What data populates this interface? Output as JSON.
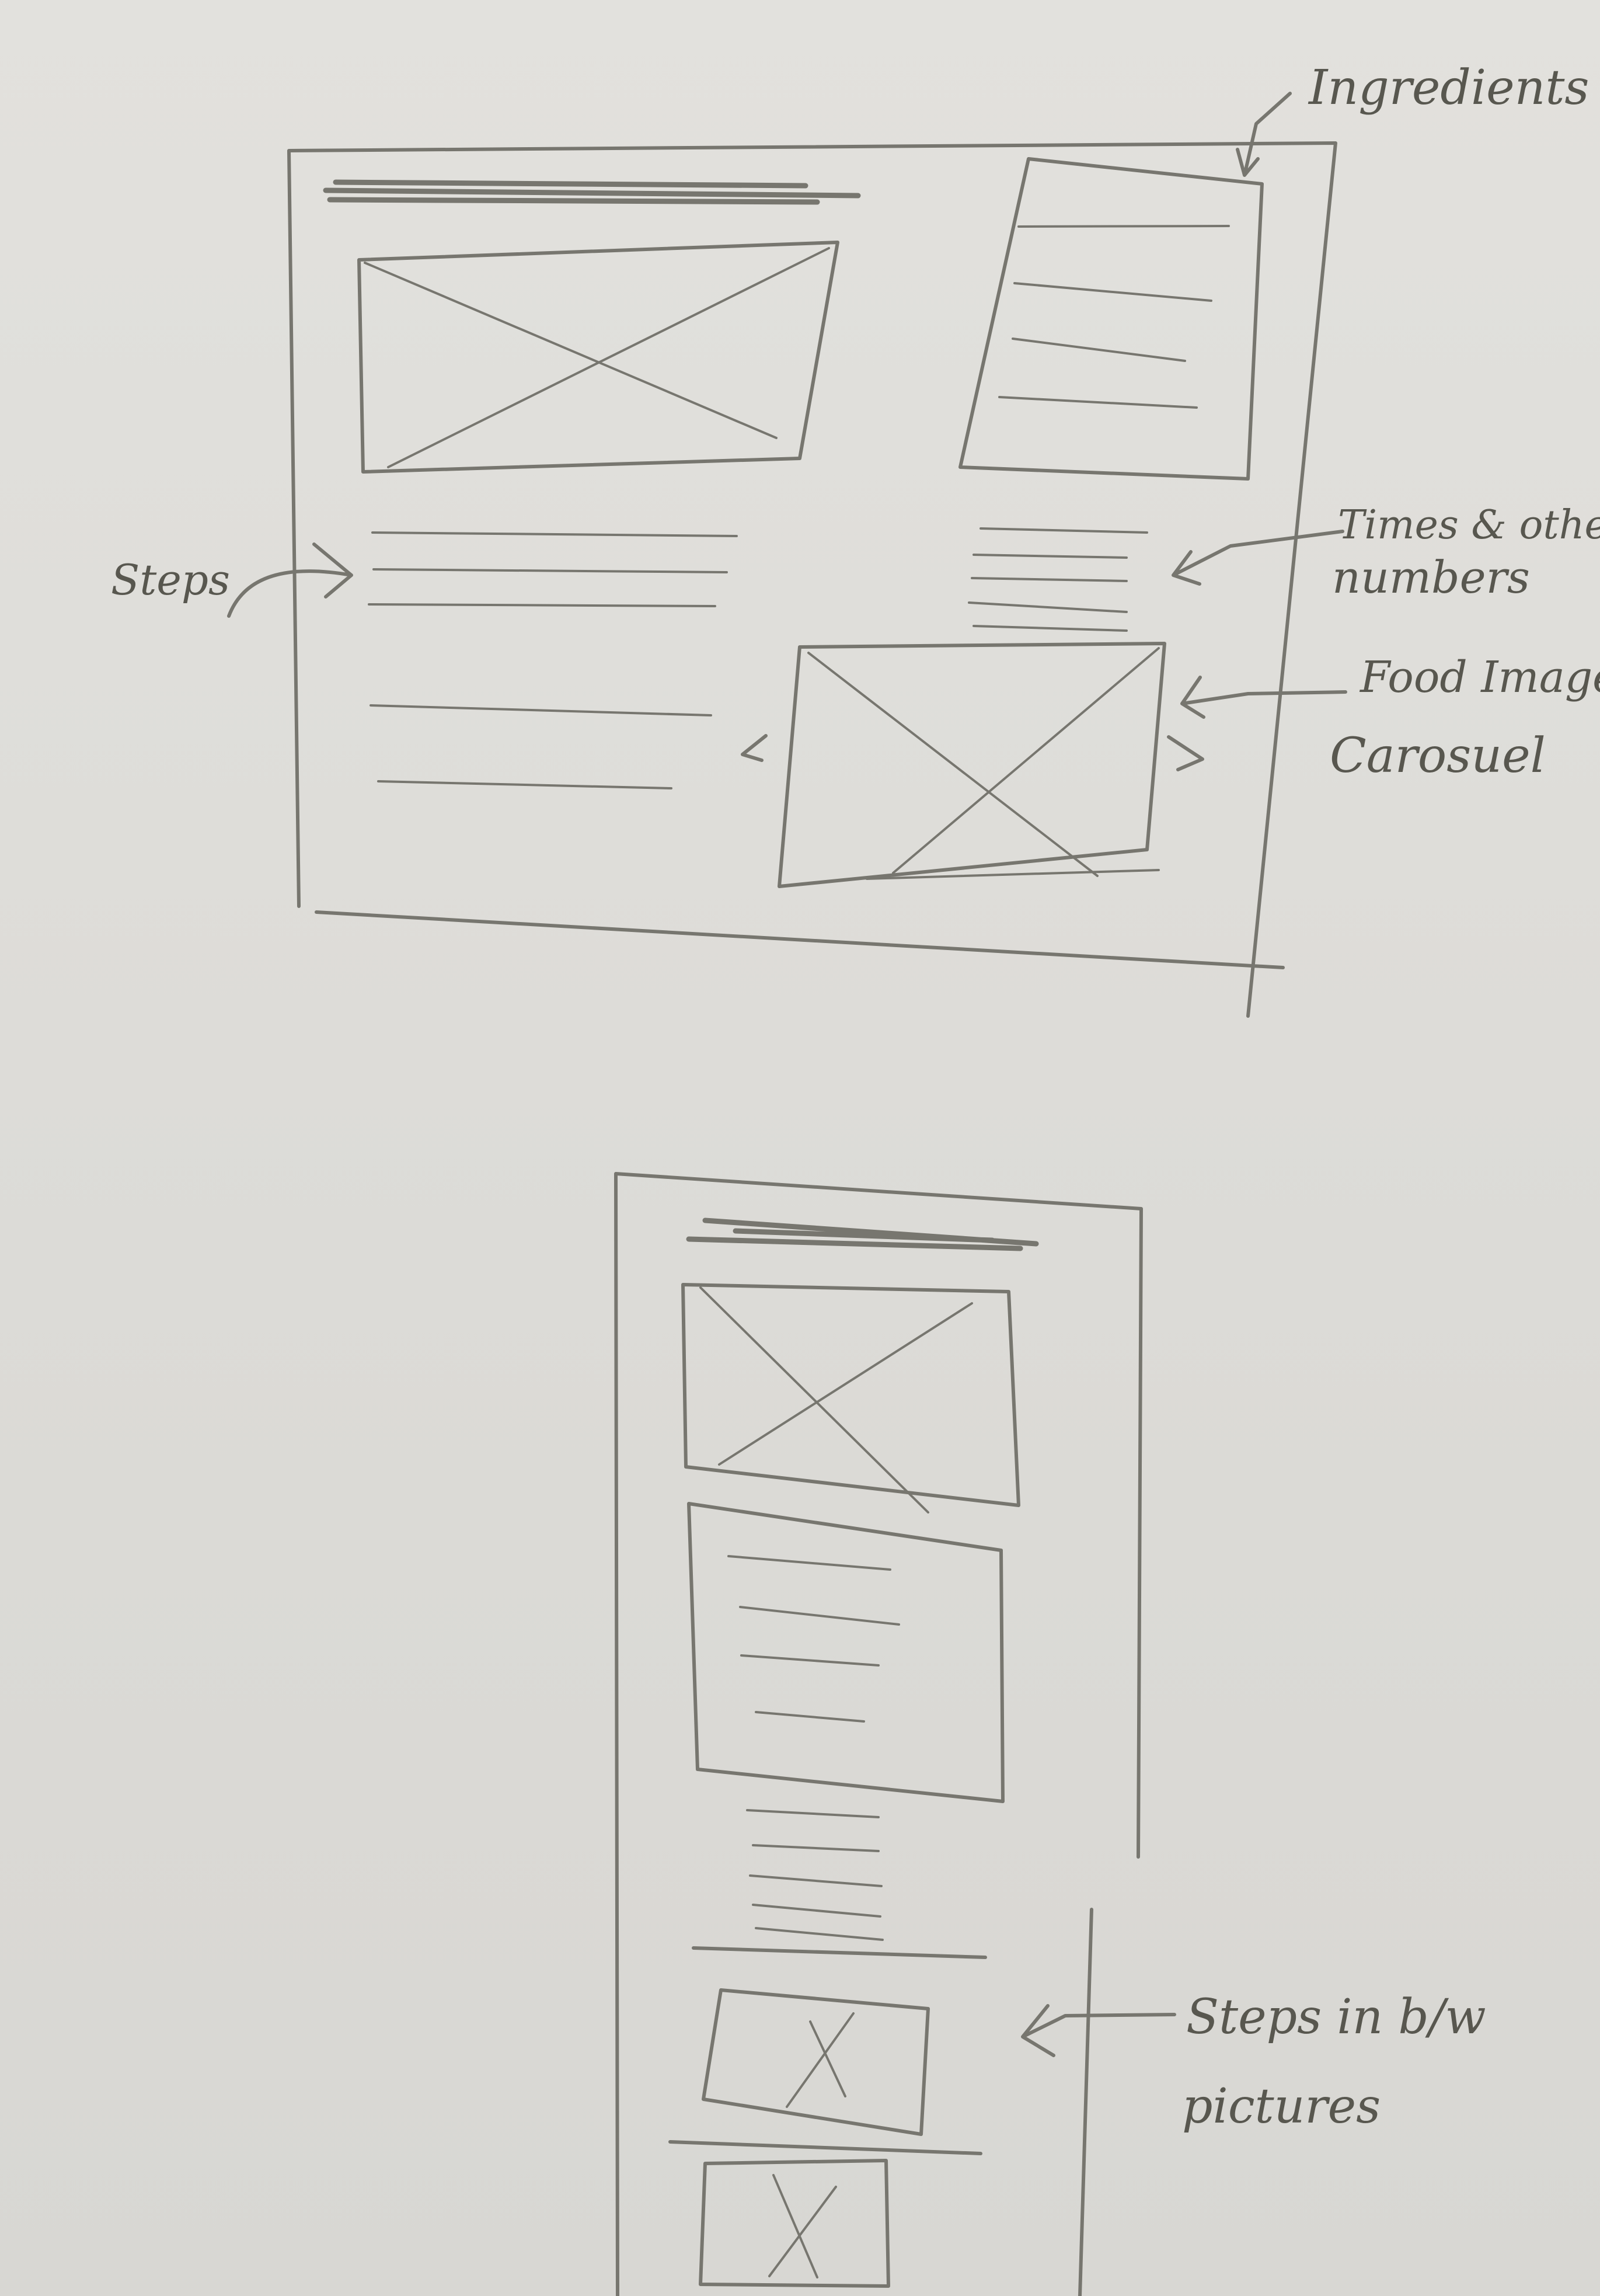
{
  "annotations": {
    "ingredients": "Ingredients",
    "times_line1": "Times & other",
    "times_line2": "numbers",
    "steps": "Steps",
    "food_line1": "Food Image",
    "food_line2": "Carosuel",
    "steps_bw_line1": "Steps in b/w",
    "steps_bw_line2": "pictures"
  },
  "colors": {
    "paper": "#e2e1dd",
    "pencil": "#77766f",
    "label": "#58574f"
  }
}
